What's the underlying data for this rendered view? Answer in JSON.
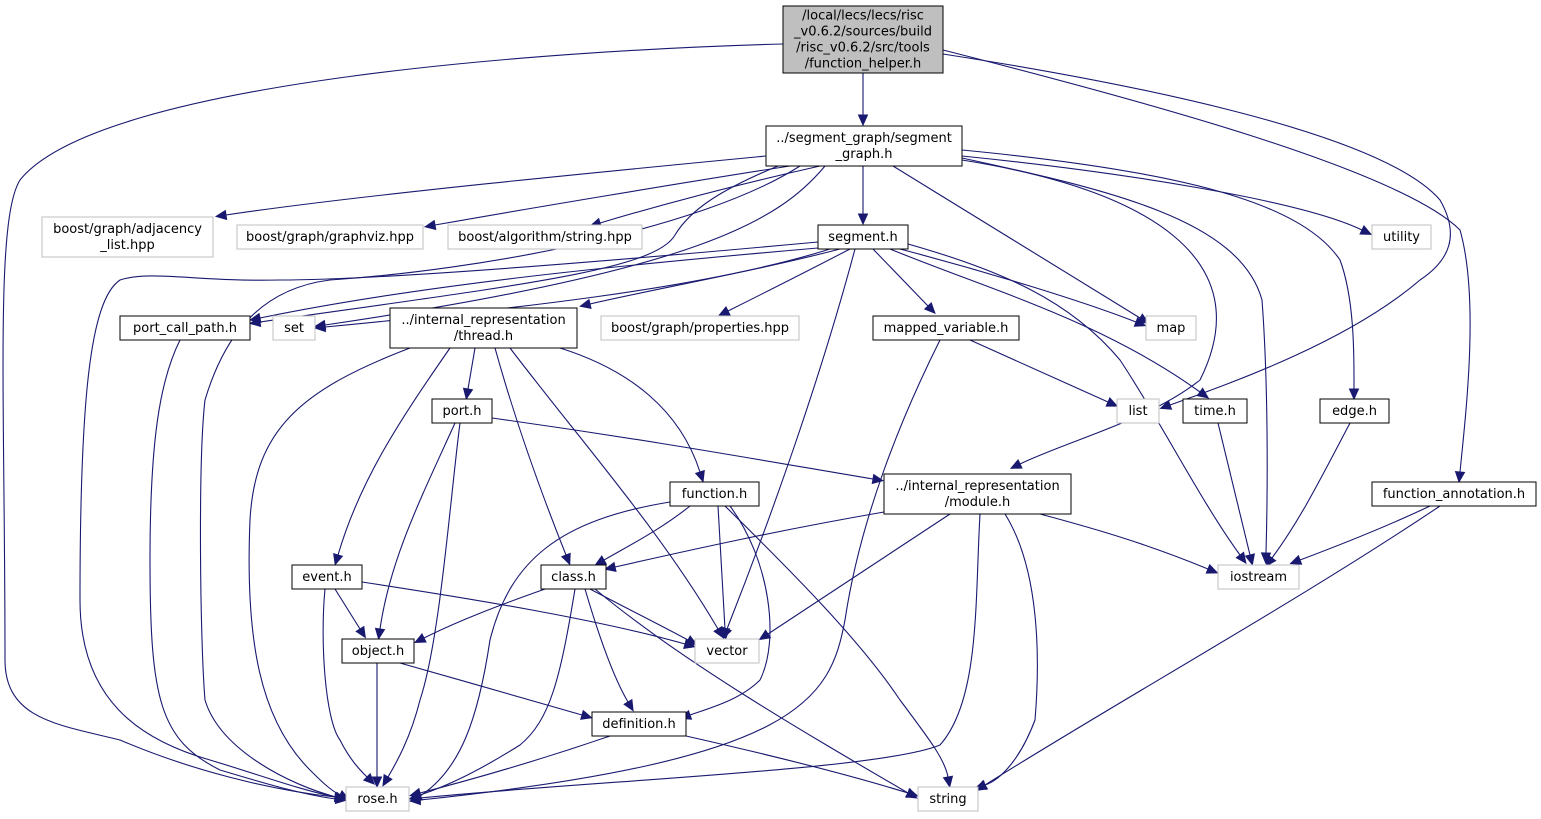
{
  "diagram": {
    "type": "include-dependency-graph",
    "colors": {
      "edge": "#191970",
      "root_fill": "#bfbfbf",
      "node_border": "#000000",
      "external_border": "#bfbfbf"
    },
    "nodes": [
      {
        "id": "root",
        "kind": "root",
        "lines": [
          "/local/lecs/lecs/risc",
          "_v0.6.2/sources/build",
          "/risc_v0.6.2/src/tools",
          "/function_helper.h"
        ]
      },
      {
        "id": "segment_graph",
        "kind": "file",
        "lines": [
          "../segment_graph/segment",
          "_graph.h"
        ]
      },
      {
        "id": "adjacency",
        "kind": "external",
        "lines": [
          "boost/graph/adjacency",
          "_list.hpp"
        ]
      },
      {
        "id": "graphviz",
        "kind": "external",
        "lines": [
          "boost/graph/graphviz.hpp"
        ]
      },
      {
        "id": "algstring",
        "kind": "external",
        "lines": [
          "boost/algorithm/string.hpp"
        ]
      },
      {
        "id": "segment",
        "kind": "file",
        "lines": [
          "segment.h"
        ]
      },
      {
        "id": "utility",
        "kind": "external",
        "lines": [
          "utility"
        ]
      },
      {
        "id": "port_call_path",
        "kind": "file",
        "lines": [
          "port_call_path.h"
        ]
      },
      {
        "id": "set",
        "kind": "external",
        "lines": [
          "set"
        ]
      },
      {
        "id": "ir_thread",
        "kind": "file",
        "lines": [
          "../internal_representation",
          "/thread.h"
        ]
      },
      {
        "id": "properties",
        "kind": "external",
        "lines": [
          "boost/graph/properties.hpp"
        ]
      },
      {
        "id": "mapped_variable",
        "kind": "file",
        "lines": [
          "mapped_variable.h"
        ]
      },
      {
        "id": "map",
        "kind": "external",
        "lines": [
          "map"
        ]
      },
      {
        "id": "port",
        "kind": "file",
        "lines": [
          "port.h"
        ]
      },
      {
        "id": "list",
        "kind": "external",
        "lines": [
          "list"
        ]
      },
      {
        "id": "time",
        "kind": "file",
        "lines": [
          "time.h"
        ]
      },
      {
        "id": "edge",
        "kind": "file",
        "lines": [
          "edge.h"
        ]
      },
      {
        "id": "function",
        "kind": "file",
        "lines": [
          "function.h"
        ]
      },
      {
        "id": "ir_module",
        "kind": "file",
        "lines": [
          "../internal_representation",
          "/module.h"
        ]
      },
      {
        "id": "function_annotation",
        "kind": "file",
        "lines": [
          "function_annotation.h"
        ]
      },
      {
        "id": "event",
        "kind": "file",
        "lines": [
          "event.h"
        ]
      },
      {
        "id": "class",
        "kind": "file",
        "lines": [
          "class.h"
        ]
      },
      {
        "id": "iostream",
        "kind": "external",
        "lines": [
          "iostream"
        ]
      },
      {
        "id": "object",
        "kind": "file",
        "lines": [
          "object.h"
        ]
      },
      {
        "id": "vector",
        "kind": "external",
        "lines": [
          "vector"
        ]
      },
      {
        "id": "definition",
        "kind": "file",
        "lines": [
          "definition.h"
        ]
      },
      {
        "id": "rose",
        "kind": "external",
        "lines": [
          "rose.h"
        ]
      },
      {
        "id": "string",
        "kind": "external",
        "lines": [
          "string"
        ]
      }
    ],
    "edges": [
      [
        "root",
        "segment_graph"
      ],
      [
        "root",
        "rose"
      ],
      [
        "root",
        "list"
      ],
      [
        "root",
        "function_annotation"
      ],
      [
        "segment_graph",
        "adjacency"
      ],
      [
        "segment_graph",
        "graphviz"
      ],
      [
        "segment_graph",
        "algstring"
      ],
      [
        "segment_graph",
        "segment"
      ],
      [
        "segment_graph",
        "utility"
      ],
      [
        "segment_graph",
        "port_call_path"
      ],
      [
        "segment_graph",
        "set"
      ],
      [
        "segment_graph",
        "map"
      ],
      [
        "segment_graph",
        "edge"
      ],
      [
        "segment_graph",
        "iostream"
      ],
      [
        "segment_graph",
        "rose"
      ],
      [
        "segment_graph",
        "ir_module"
      ],
      [
        "segment",
        "port_call_path"
      ],
      [
        "segment",
        "set"
      ],
      [
        "segment",
        "ir_thread"
      ],
      [
        "segment",
        "properties"
      ],
      [
        "segment",
        "mapped_variable"
      ],
      [
        "segment",
        "map"
      ],
      [
        "segment",
        "time"
      ],
      [
        "segment",
        "iostream"
      ],
      [
        "segment",
        "vector"
      ],
      [
        "segment",
        "rose"
      ],
      [
        "port_call_path",
        "rose"
      ],
      [
        "ir_thread",
        "port"
      ],
      [
        "ir_thread",
        "function"
      ],
      [
        "ir_thread",
        "event"
      ],
      [
        "ir_thread",
        "class"
      ],
      [
        "ir_thread",
        "vector"
      ],
      [
        "ir_thread",
        "rose"
      ],
      [
        "mapped_variable",
        "list"
      ],
      [
        "mapped_variable",
        "rose"
      ],
      [
        "port",
        "ir_module"
      ],
      [
        "port",
        "object"
      ],
      [
        "port",
        "rose"
      ],
      [
        "time",
        "iostream"
      ],
      [
        "edge",
        "iostream"
      ],
      [
        "function_annotation",
        "iostream"
      ],
      [
        "function_annotation",
        "string"
      ],
      [
        "function",
        "class"
      ],
      [
        "function",
        "vector"
      ],
      [
        "function",
        "definition"
      ],
      [
        "function",
        "string"
      ],
      [
        "function",
        "rose"
      ],
      [
        "ir_module",
        "class"
      ],
      [
        "ir_module",
        "vector"
      ],
      [
        "ir_module",
        "iostream"
      ],
      [
        "ir_module",
        "string"
      ],
      [
        "ir_module",
        "rose"
      ],
      [
        "event",
        "object"
      ],
      [
        "event",
        "vector"
      ],
      [
        "event",
        "rose"
      ],
      [
        "class",
        "object"
      ],
      [
        "class",
        "vector"
      ],
      [
        "class",
        "definition"
      ],
      [
        "class",
        "string"
      ],
      [
        "class",
        "rose"
      ],
      [
        "object",
        "definition"
      ],
      [
        "object",
        "rose"
      ],
      [
        "definition",
        "rose"
      ],
      [
        "definition",
        "string"
      ]
    ]
  }
}
